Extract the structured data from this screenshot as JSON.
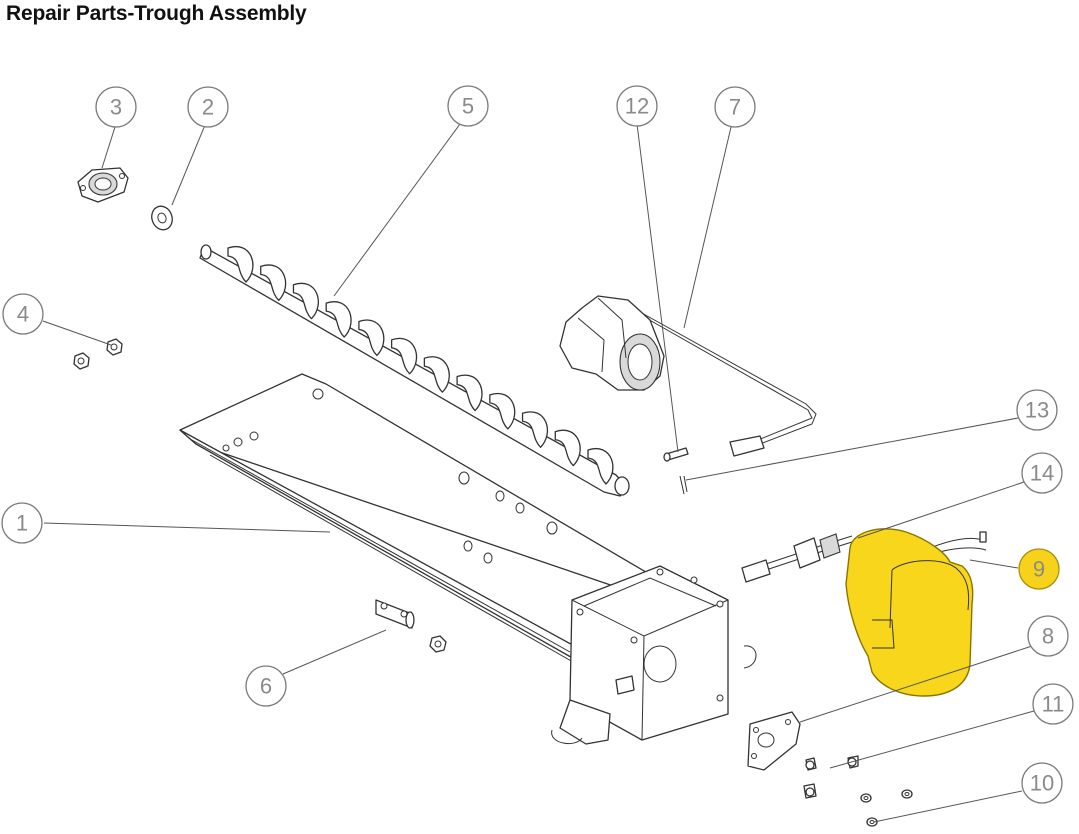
{
  "title": "Repair Parts-Trough Assembly",
  "callouts": [
    {
      "id": "1",
      "label": "1"
    },
    {
      "id": "2",
      "label": "2"
    },
    {
      "id": "3",
      "label": "3"
    },
    {
      "id": "4",
      "label": "4"
    },
    {
      "id": "5",
      "label": "5"
    },
    {
      "id": "6",
      "label": "6"
    },
    {
      "id": "7",
      "label": "7"
    },
    {
      "id": "8",
      "label": "8"
    },
    {
      "id": "9",
      "label": "9",
      "highlighted": true
    },
    {
      "id": "10",
      "label": "10"
    },
    {
      "id": "11",
      "label": "11"
    },
    {
      "id": "12",
      "label": "12"
    },
    {
      "id": "13",
      "label": "13"
    },
    {
      "id": "14",
      "label": "14"
    }
  ],
  "colors": {
    "highlight": "#f6d21a",
    "line": "#333333",
    "callout_text": "#8a8a8a"
  }
}
